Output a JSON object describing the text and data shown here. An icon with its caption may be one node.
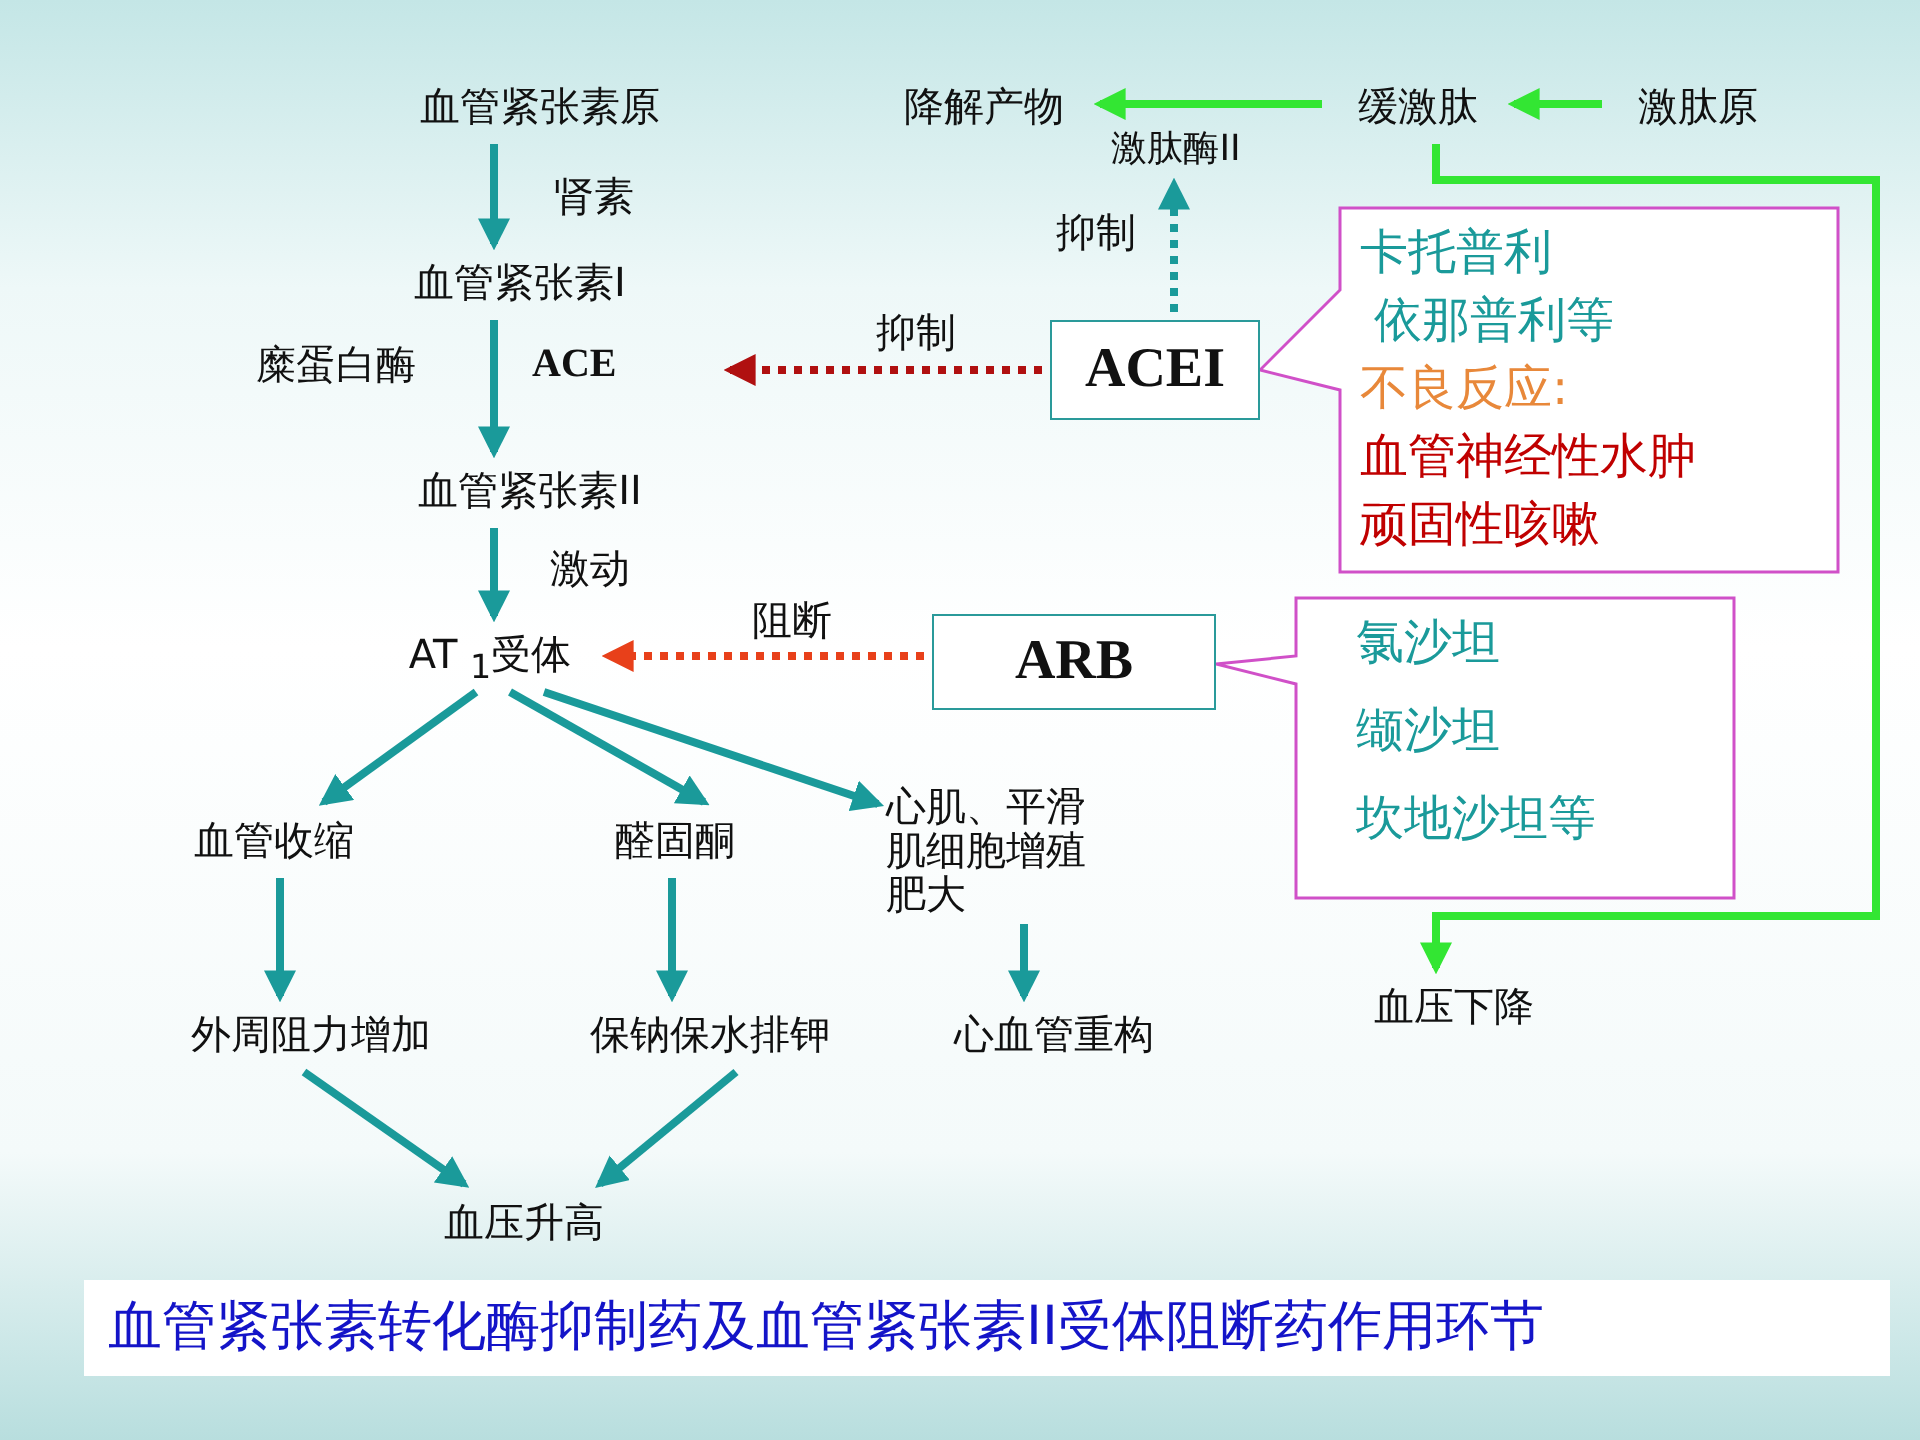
{
  "diagram": {
    "caption": "血管紧张素转化酶抑制药及血管紧张素II受体阻断药作用环节",
    "nodes": [
      {
        "text": [
          "血管紧张素原"
        ]
      },
      {
        "text": [
          "降解产物"
        ]
      },
      {
        "text": [
          "缓激肽"
        ]
      },
      {
        "text": [
          "激肽原"
        ]
      },
      {
        "text": [
          "激肽酶II"
        ]
      },
      {
        "text": [
          "血管紧张素I"
        ]
      },
      {
        "text": [
          "ACEI"
        ]
      },
      {
        "text": [
          "卡托普利",
          "依那普利等",
          "不良反应:",
          "血管神经性水肿",
          "顽固性咳嗽"
        ]
      },
      {
        "text": [
          "血管紧张素II"
        ]
      },
      {
        "text": [
          "AT $_{1}$受体"
        ]
      },
      {
        "text": [
          "ARB"
        ]
      },
      {
        "text": [
          "氯沙坦",
          "缬沙坦",
          "坎地沙坦等"
        ]
      },
      {
        "text": [
          "血管收缩"
        ]
      },
      {
        "text": [
          "醛固酮"
        ]
      },
      {
        "text": [
          "心肌、平滑肌细胞增殖肥大"
        ]
      },
      {
        "text": [
          "外周阻力增加"
        ]
      },
      {
        "text": [
          "保钠保水排钾"
        ]
      },
      {
        "text": [
          "心血管重构"
        ]
      },
      {
        "text": [
          "血压升高"
        ]
      },
      {
        "text": [
          "血压下降"
        ]
      }
    ],
    "edges": [
      {
        "from": 0,
        "to": 5,
        "arrow": "to",
        "label": "肾素"
      },
      {
        "from": 5,
        "to": 8,
        "arrow": "to",
        "label": "ACE"
      },
      {
        "from": 8,
        "to": 9,
        "arrow": "to",
        "label": "激动"
      },
      {
        "from": 6,
        "to": null,
        "arrow": "to",
        "label": "抑制",
        "style": "dashed",
        "color": "#b01010"
      },
      {
        "from": 10,
        "to": 9,
        "arrow": "to",
        "label": "阻断",
        "style": "dashed",
        "color": "#e8401a"
      },
      {
        "from": 6,
        "to": 4,
        "arrow": "to",
        "label": "抑制",
        "style": "dashed"
      },
      {
        "from": 2,
        "to": 1,
        "arrow": "to",
        "color": "#33e633"
      },
      {
        "from": 3,
        "to": 2,
        "arrow": "to",
        "color": "#33e633"
      },
      {
        "from": 2,
        "to": 19,
        "arrow": "to",
        "color": "#33e633"
      },
      {
        "from": 9,
        "to": 12,
        "arrow": "to"
      },
      {
        "from": 9,
        "to": 13,
        "arrow": "to"
      },
      {
        "from": 9,
        "to": 14,
        "arrow": "to"
      },
      {
        "from": 12,
        "to": 15,
        "arrow": "to"
      },
      {
        "from": 13,
        "to": 16,
        "arrow": "to"
      },
      {
        "from": 14,
        "to": 17,
        "arrow": "to"
      },
      {
        "from": 15,
        "to": 18,
        "arrow": "to"
      },
      {
        "from": 16,
        "to": 18,
        "arrow": "to"
      }
    ],
    "labels": [
      "糜蛋白酶"
    ]
  }
}
